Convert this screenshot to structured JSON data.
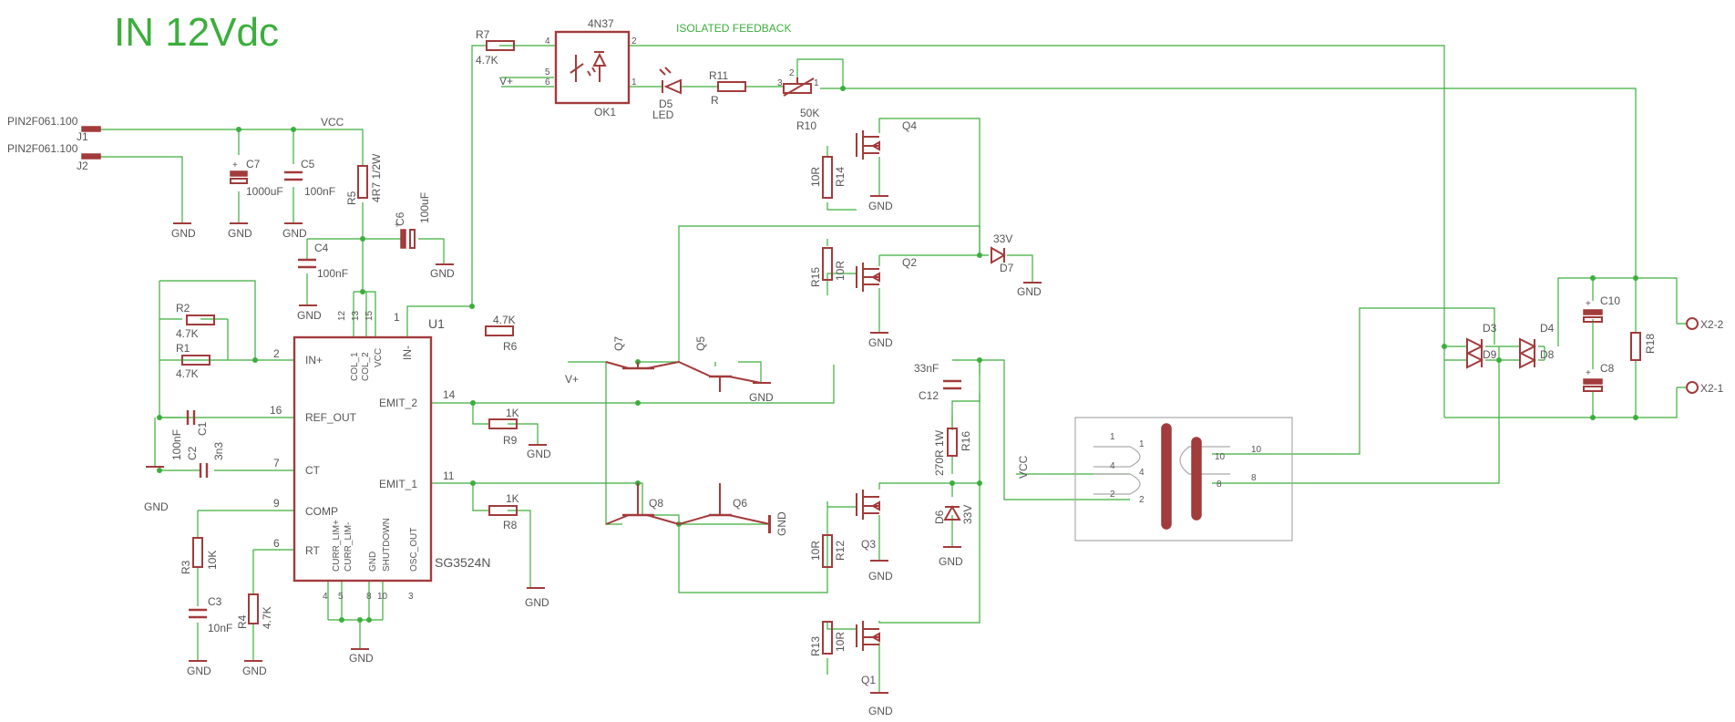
{
  "title": "IN 12Vdc",
  "feedback_label": "ISOLATED FEEDBACK",
  "nets": {
    "vcc": "VCC",
    "v_plus": "V+",
    "gnd": "GND"
  },
  "connectors": {
    "j1": {
      "ref": "J1",
      "value": "PIN2F061.100"
    },
    "j2": {
      "ref": "J2",
      "value": "PIN2F061.100"
    },
    "x2_1": "X2-1",
    "x2_2": "X2-2"
  },
  "ic": {
    "ref": "U1",
    "part": "SG3524N",
    "left_pins": [
      {
        "num": "2",
        "name": "IN+"
      },
      {
        "num": "16",
        "name": "REF_OUT"
      },
      {
        "num": "7",
        "name": "CT"
      },
      {
        "num": "9",
        "name": "COMP"
      },
      {
        "num": "6",
        "name": "RT"
      }
    ],
    "right_pins": [
      {
        "num": "1",
        "name": "IN-"
      },
      {
        "num": "14",
        "name": "EMIT_2"
      },
      {
        "num": "11",
        "name": "EMIT_1"
      }
    ],
    "top_pins": [
      {
        "num": "12",
        "name": "COL_1"
      },
      {
        "num": "13",
        "name": "COL_2"
      },
      {
        "num": "15",
        "name": "VCC"
      }
    ],
    "bottom_pins": [
      {
        "num": "4",
        "name": "CURR_LIM+"
      },
      {
        "num": "5",
        "name": "CURR_LIM-"
      },
      {
        "num": "8",
        "name": "GND"
      },
      {
        "num": "10",
        "name": "SHUTDOWN"
      },
      {
        "num": "3",
        "name": "OSC_OUT"
      }
    ]
  },
  "optocoupler": {
    "ref": "OK1",
    "part": "4N37",
    "pins": [
      "4",
      "5",
      "6",
      "2",
      "1"
    ]
  },
  "resistors": {
    "r1": {
      "ref": "R1",
      "value": "4.7K"
    },
    "r2": {
      "ref": "R2",
      "value": "4.7K"
    },
    "r3": {
      "ref": "R3",
      "value": "10K"
    },
    "r4": {
      "ref": "R4",
      "value": "4.7K"
    },
    "r5": {
      "ref": "R5",
      "value": "4R7 1/2W"
    },
    "r6": {
      "ref": "R6",
      "value": "4.7K"
    },
    "r7": {
      "ref": "R7",
      "value": "4.7K"
    },
    "r8": {
      "ref": "R8",
      "value": "1K"
    },
    "r9": {
      "ref": "R9",
      "value": "1K"
    },
    "r10": {
      "ref": "R10",
      "value": "50K",
      "pins": [
        "3",
        "2",
        "1"
      ]
    },
    "r11": {
      "ref": "R11",
      "value": "R"
    },
    "r12": {
      "ref": "R12",
      "value": "10R"
    },
    "r13": {
      "ref": "R13",
      "value": "10R"
    },
    "r14": {
      "ref": "R14",
      "value": "10R"
    },
    "r15": {
      "ref": "R15",
      "value": "10R"
    },
    "r16": {
      "ref": "R16",
      "value": "270R 1W"
    },
    "r18": {
      "ref": "R18",
      "value": ""
    }
  },
  "capacitors": {
    "c1": {
      "ref": "C1",
      "value": "100nF"
    },
    "c2": {
      "ref": "C2",
      "value": "3n3"
    },
    "c3": {
      "ref": "C3",
      "value": "10nF"
    },
    "c4": {
      "ref": "C4",
      "value": "100nF"
    },
    "c5": {
      "ref": "C5",
      "value": "100nF"
    },
    "c6": {
      "ref": "C6",
      "value": "100uF"
    },
    "c7": {
      "ref": "C7",
      "value": "1000uF"
    },
    "c8": {
      "ref": "C8",
      "value": ""
    },
    "c10": {
      "ref": "C10",
      "value": ""
    },
    "c12": {
      "ref": "C12",
      "value": "33nF"
    }
  },
  "diodes": {
    "d3": "D3",
    "d4": "D4",
    "d8": "D8",
    "d9": "D9",
    "d5": {
      "ref": "D5",
      "value": "LED"
    },
    "d6": {
      "ref": "D6",
      "value": "33V"
    },
    "d7": {
      "ref": "D7",
      "value": "33V"
    }
  },
  "transistors": {
    "q1": "Q1",
    "q2": "Q2",
    "q3": "Q3",
    "q4": "Q4",
    "q5": "Q5",
    "q6": "Q6",
    "q7": "Q7",
    "q8": "Q8"
  },
  "transformer": {
    "primary_pins": [
      "1",
      "4",
      "2"
    ],
    "secondary_pins": [
      "10",
      "8"
    ]
  }
}
